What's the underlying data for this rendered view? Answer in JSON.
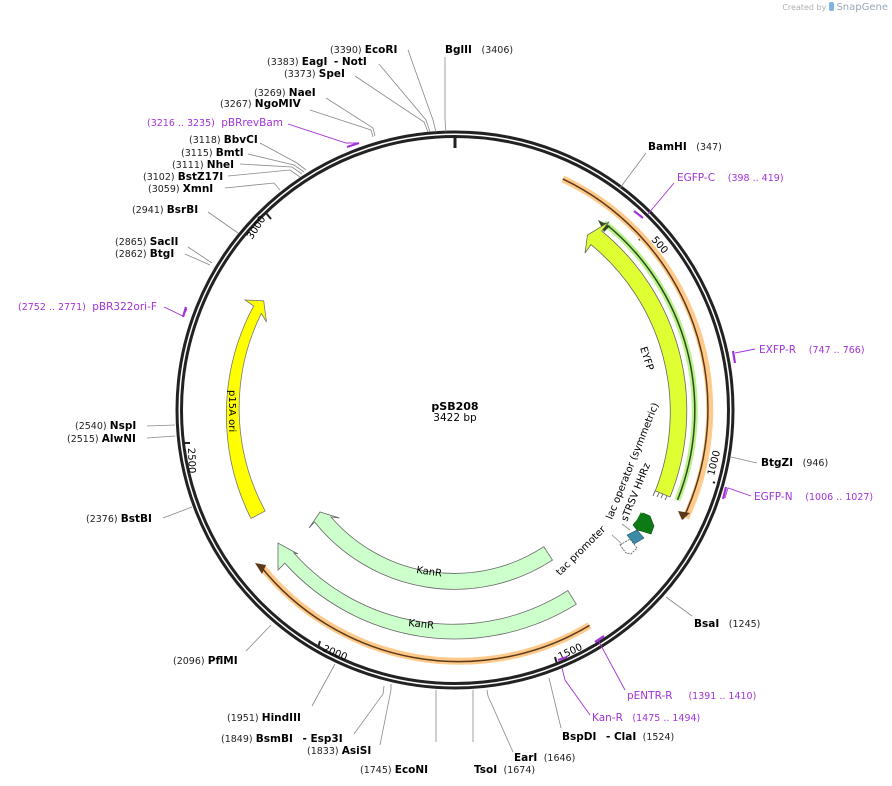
{
  "credit": {
    "prefix": "Created by",
    "brand": "SnapGene"
  },
  "plasmid": {
    "name": "pSB208",
    "length_label": "3422 bp",
    "length": 3422
  },
  "colors": {
    "backbone": "#222222",
    "primer": "#a233d8",
    "eyfp": "#e0ff33",
    "p15a_ori": "#ffff00",
    "kanr": "#ccffcc",
    "orf_highlight": "#ffc98a",
    "green_orf_highlight": "#b9f28a",
    "sTRSV": "#0e7a16",
    "lac_operator": "#3a8aa8"
  },
  "ticks": [
    {
      "label": "500"
    },
    {
      "label": "1000"
    },
    {
      "label": "1500"
    },
    {
      "label": "2000"
    },
    {
      "label": "2500"
    },
    {
      "label": "3000"
    }
  ],
  "features": {
    "eyfp": {
      "label": "EYFP"
    },
    "p15a_ori": {
      "label": "p15A ori"
    },
    "kanr_inner": {
      "label": "KanR"
    },
    "kanr_outer": {
      "label": "KanR"
    },
    "lac_operator": {
      "label": "lac operator (symmetric)"
    },
    "strsv": {
      "label": "sTRSV HHRz"
    },
    "tac_promoter": {
      "label": "tac promoter"
    }
  },
  "enzymes": [
    {
      "name": "EcoRI",
      "pos": "(3390)"
    },
    {
      "name": "BglII",
      "pos": "(3406)"
    },
    {
      "name": "EagI",
      "pos": "(3383)",
      "extra": "- NotI"
    },
    {
      "name": "SpeI",
      "pos": "(3373)"
    },
    {
      "name": "NaeI",
      "pos": "(3269)"
    },
    {
      "name": "NgoMIV",
      "pos": "(3267)"
    },
    {
      "name": "BbvCI",
      "pos": "(3118)"
    },
    {
      "name": "BmtI",
      "pos": "(3115)"
    },
    {
      "name": "NheI",
      "pos": "(3111)"
    },
    {
      "name": "BstZ17I",
      "pos": "(3102)"
    },
    {
      "name": "XmnI",
      "pos": "(3059)"
    },
    {
      "name": "BsrBI",
      "pos": "(2941)"
    },
    {
      "name": "SacII",
      "pos": "(2865)"
    },
    {
      "name": "BtgI",
      "pos": "(2862)"
    },
    {
      "name": "NspI",
      "pos": "(2540)"
    },
    {
      "name": "AlwNI",
      "pos": "(2515)"
    },
    {
      "name": "BstBI",
      "pos": "(2376)"
    },
    {
      "name": "PflMI",
      "pos": "(2096)"
    },
    {
      "name": "HindIII",
      "pos": "(1951)"
    },
    {
      "name": "BsmBI",
      "pos": "(1849)",
      "extra": "- Esp3I"
    },
    {
      "name": "AsiSI",
      "pos": "(1833)"
    },
    {
      "name": "EcoNI",
      "pos": "(1745)"
    },
    {
      "name": "TsoI",
      "pos": "(1674)"
    },
    {
      "name": "EarI",
      "pos": "(1646)"
    },
    {
      "name": "BspDI",
      "pos": "(1524)",
      "extra": "- ClaI"
    },
    {
      "name": "BsaI",
      "pos": "(1245)"
    },
    {
      "name": "BtgZI",
      "pos": "(946)"
    },
    {
      "name": "BamHI",
      "pos": "(347)"
    }
  ],
  "primers": [
    {
      "name": "pBRrevBam",
      "range": "(3216 .. 3235)"
    },
    {
      "name": "pBR322ori-F",
      "range": "(2752 .. 2771)"
    },
    {
      "name": "EGFP-C",
      "range": "(398 .. 419)"
    },
    {
      "name": "EXFP-R",
      "range": "(747 .. 766)"
    },
    {
      "name": "EGFP-N",
      "range": "(1006 .. 1027)"
    },
    {
      "name": "pENTR-R",
      "range": "(1391 .. 1410)"
    },
    {
      "name": "Kan-R",
      "range": "(1475 .. 1494)"
    }
  ]
}
